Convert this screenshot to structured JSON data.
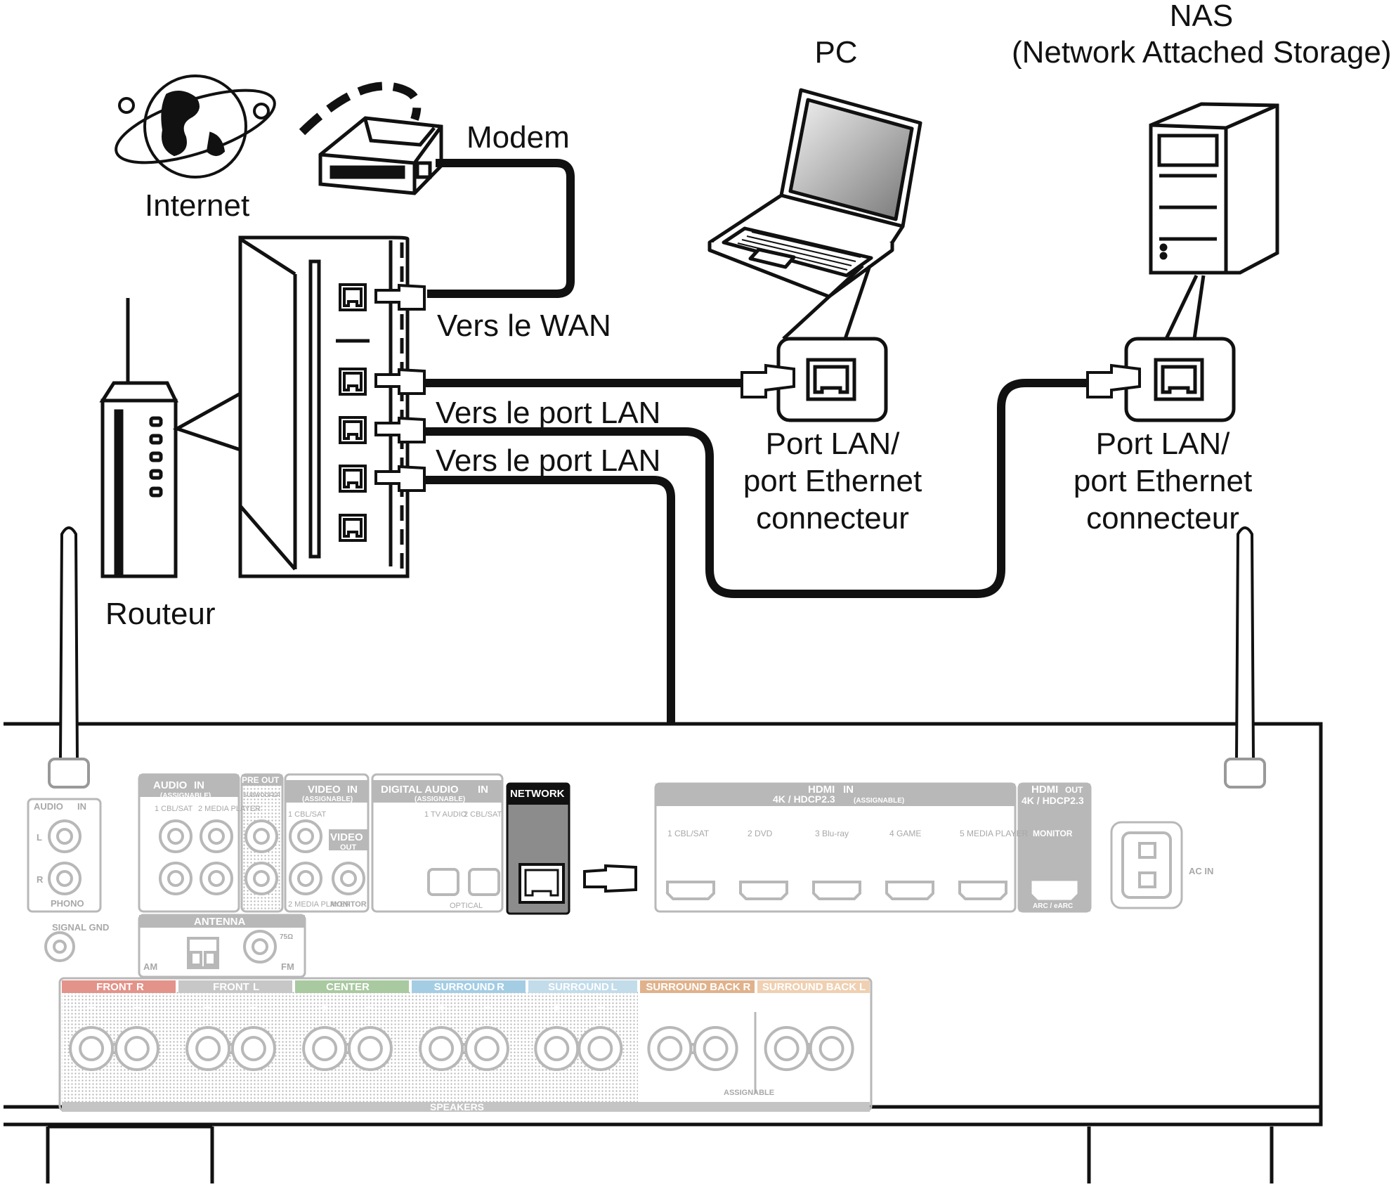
{
  "labels": {
    "nas_title": "NAS",
    "nas_subtitle": "(Network Attached Storage)",
    "pc": "PC",
    "modem": "Modem",
    "internet": "Internet",
    "router": "Routeur",
    "to_wan": "Vers le WAN",
    "to_lan_1": "Vers le port LAN",
    "to_lan_2": "Vers le port LAN",
    "pc_port_line1": "Port LAN/",
    "pc_port_line2": "port Ethernet",
    "pc_port_line3": "connecteur",
    "nas_port_line1": "Port LAN/",
    "nas_port_line2": "port Ethernet",
    "nas_port_line3": "connecteur"
  },
  "receiver_panel": {
    "audio_in": "AUDIO",
    "audio_in_badge": "IN",
    "phono": "PHONO",
    "signal_gnd": "SIGNAL GND",
    "audio_in_assignable": "AUDIO",
    "assignable_sub": "(ASSIGNABLE)",
    "audio_inputs": [
      "1 CBL/SAT",
      "2 MEDIA PLAYER"
    ],
    "pre_out": "PRE OUT",
    "subwoofer": "SUBWOOFER",
    "video_in": "VIDEO",
    "video_inputs": [
      "1 CBL/SAT",
      "2 MEDIA PLAYER"
    ],
    "video_out": "VIDEO",
    "video_out_badge": "OUT",
    "monitor": "MONITOR",
    "digital_audio": "DIGITAL AUDIO",
    "digital_inputs": [
      "1 TV AUDIO",
      "2 CBL/SAT"
    ],
    "optical": "OPTICAL",
    "network": "NETWORK",
    "hdmi_in": "HDMI",
    "hdmi_in_sub": "4K / HDCP2.3",
    "hdmi_inputs": [
      "1 CBL/SAT",
      "2 DVD",
      "3 Blu-ray",
      "4 GAME",
      "5 MEDIA PLAYER"
    ],
    "hdmi_out": "HDMI",
    "hdmi_out_sub": "4K / HDCP2.3",
    "hdmi_monitor": "MONITOR",
    "arc": "ARC / eARC",
    "ac_in": "AC IN",
    "antenna": "ANTENNA",
    "am": "AM",
    "fm": "FM",
    "ohm": "75Ω",
    "speaker_groups": [
      "FRONT",
      "FRONT",
      "CENTER",
      "SURROUND",
      "SURROUND",
      "SURROUND BACK",
      "SURROUND BACK"
    ],
    "speaker_badges": [
      "R",
      "L",
      "",
      "R",
      "L",
      "R",
      "L"
    ],
    "speakers": "SPEAKERS",
    "assignable": "ASSIGNABLE",
    "lr_L": "L",
    "lr_R": "R",
    "plus": "+",
    "minus": "−"
  },
  "colors": {
    "line": "#111111",
    "panel_gray": "#b0b0b0",
    "network_bg": "#8c8c8c",
    "front_r": "#e3938a",
    "front_l": "#c7c7c7",
    "center": "#a9c9a0",
    "surround_r": "#a4cde4",
    "surround_l": "#c2dcea",
    "surround_back_r": "#e0b28b",
    "surround_back_l": "#efd0b2"
  }
}
